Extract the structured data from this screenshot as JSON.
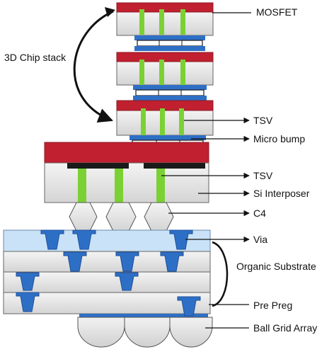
{
  "labels": {
    "mosfet": "MOSFET",
    "chip_stack": "3D Chip stack",
    "tsv_top": "TSV",
    "micro_bump": "Micro bump",
    "tsv_interposer": "TSV",
    "si_interposer": "Si Interposer",
    "c4": "C4",
    "via": "Via",
    "organic_substrate": "Organic Substrate",
    "pre_preg": "Pre Preg",
    "ball_grid_array": "Ball Grid Array"
  },
  "colors": {
    "die_red": "#c0202f",
    "silicon_gray": "#e6e6e6",
    "tsv_green": "#7bd134",
    "bump_blue": "#2e6fc6",
    "substrate_top_blue": "#c9e2f7",
    "outline": "#555555"
  }
}
